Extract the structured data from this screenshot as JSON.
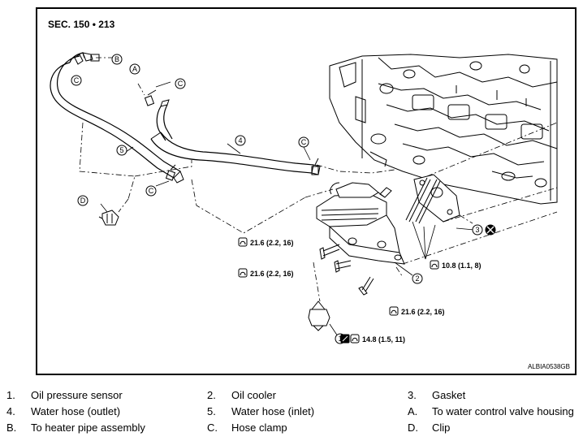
{
  "section": "SEC. 150 • 213",
  "figure_code": "ALBIA0538GB",
  "callouts": {
    "c1": "1",
    "c2": "2",
    "c3": "3",
    "c4": "4",
    "c5": "5",
    "a": "A",
    "b": "B",
    "c": "C",
    "d": "D"
  },
  "torques": {
    "t1": "21.6 (2.2, 16)",
    "t2": "21.6 (2.2, 16)",
    "t3": "21.6 (2.2, 16)",
    "t4": "10.8 (1.1, 8)",
    "t5": "14.8 (1.5, 11)"
  },
  "legend": [
    {
      "key": "1.",
      "text": "Oil pressure sensor"
    },
    {
      "key": "2.",
      "text": "Oil cooler"
    },
    {
      "key": "3.",
      "text": "Gasket"
    },
    {
      "key": "4.",
      "text": "Water hose (outlet)"
    },
    {
      "key": "5.",
      "text": "Water hose (inlet)"
    },
    {
      "key": "A.",
      "text": "To water control valve housing"
    },
    {
      "key": "B.",
      "text": "To heater pipe assembly"
    },
    {
      "key": "C.",
      "text": "Hose clamp"
    },
    {
      "key": "D.",
      "text": "Clip"
    }
  ]
}
